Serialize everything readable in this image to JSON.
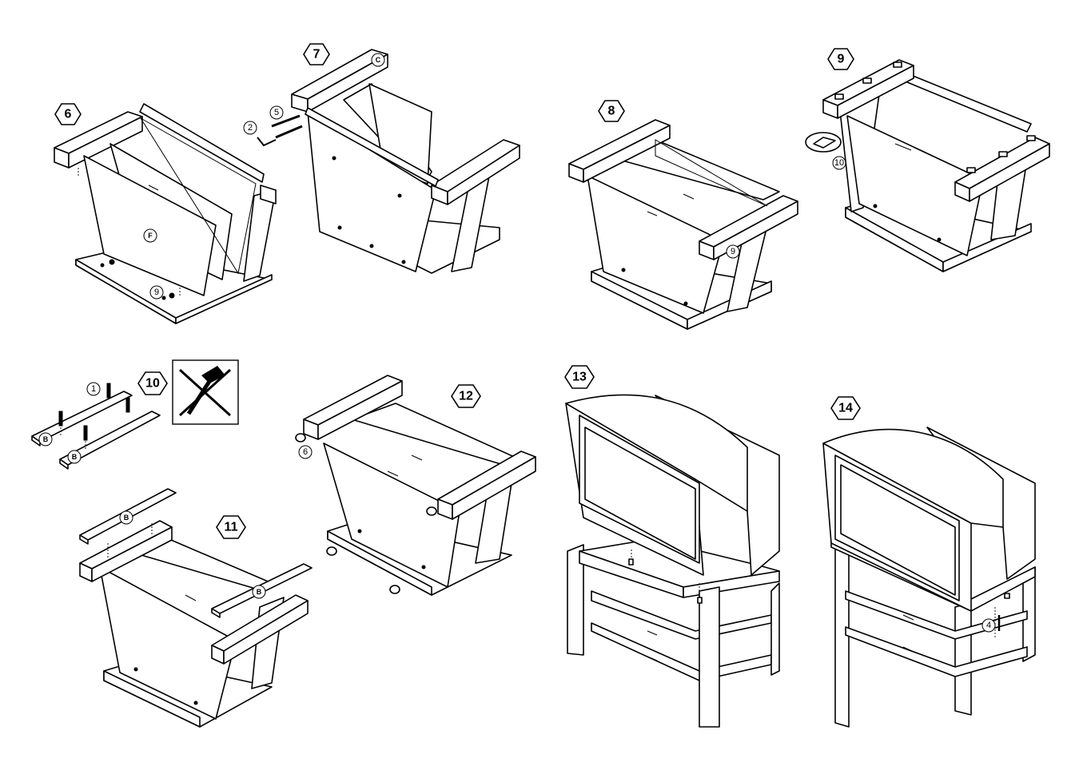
{
  "steps": [
    "6",
    "7",
    "8",
    "9",
    "10",
    "11",
    "12",
    "13",
    "14"
  ],
  "part_labels": {
    "f": "F",
    "c": "C",
    "b1": "B",
    "b2": "B",
    "b3": "B",
    "b4": "B"
  },
  "callouts": {
    "s6_9": "9",
    "s7_2": "2",
    "s7_5": "5",
    "s8_9": "9",
    "s9_10": "10",
    "s10_1": "1",
    "s12_6": "6",
    "s14_4": "4"
  },
  "warning_icon": "no-hammer-icon"
}
